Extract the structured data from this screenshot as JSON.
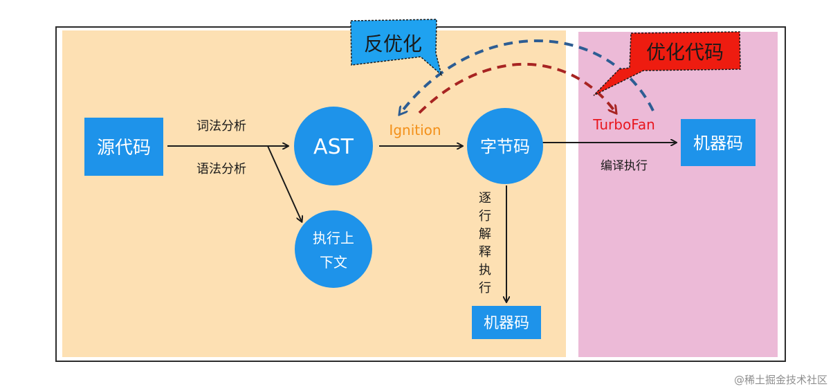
{
  "diagram": {
    "nodes": {
      "source": "源代码",
      "ast": "AST",
      "context_line1": "执行上",
      "context_line2": "下文",
      "bytecode": "字节码",
      "machine_interp": "机器码",
      "machine_turbo": "机器码"
    },
    "edge_labels": {
      "lexical": "词法分析",
      "syntax": "语法分析",
      "ignition": "Ignition",
      "turbofan": "TurboFan",
      "compile_exec": "编译执行",
      "interpret_chars": [
        "逐",
        "行",
        "解",
        "释",
        "执",
        "行"
      ]
    },
    "callouts": {
      "deopt": "反优化",
      "optimize": "优化代码"
    },
    "colors": {
      "left_panel": "#fde0b3",
      "right_panel": "#ecbad7",
      "node_blue": "#1e93ea",
      "ignition_orange": "#f39019",
      "turbofan_red": "#e8171f",
      "deopt_blue": "#2d5d93",
      "optimize_red": "#a72422",
      "deopt_callout": "#1fa2f0",
      "optimize_callout": "#ee1c10"
    }
  },
  "watermark": "@稀土掘金技术社区"
}
